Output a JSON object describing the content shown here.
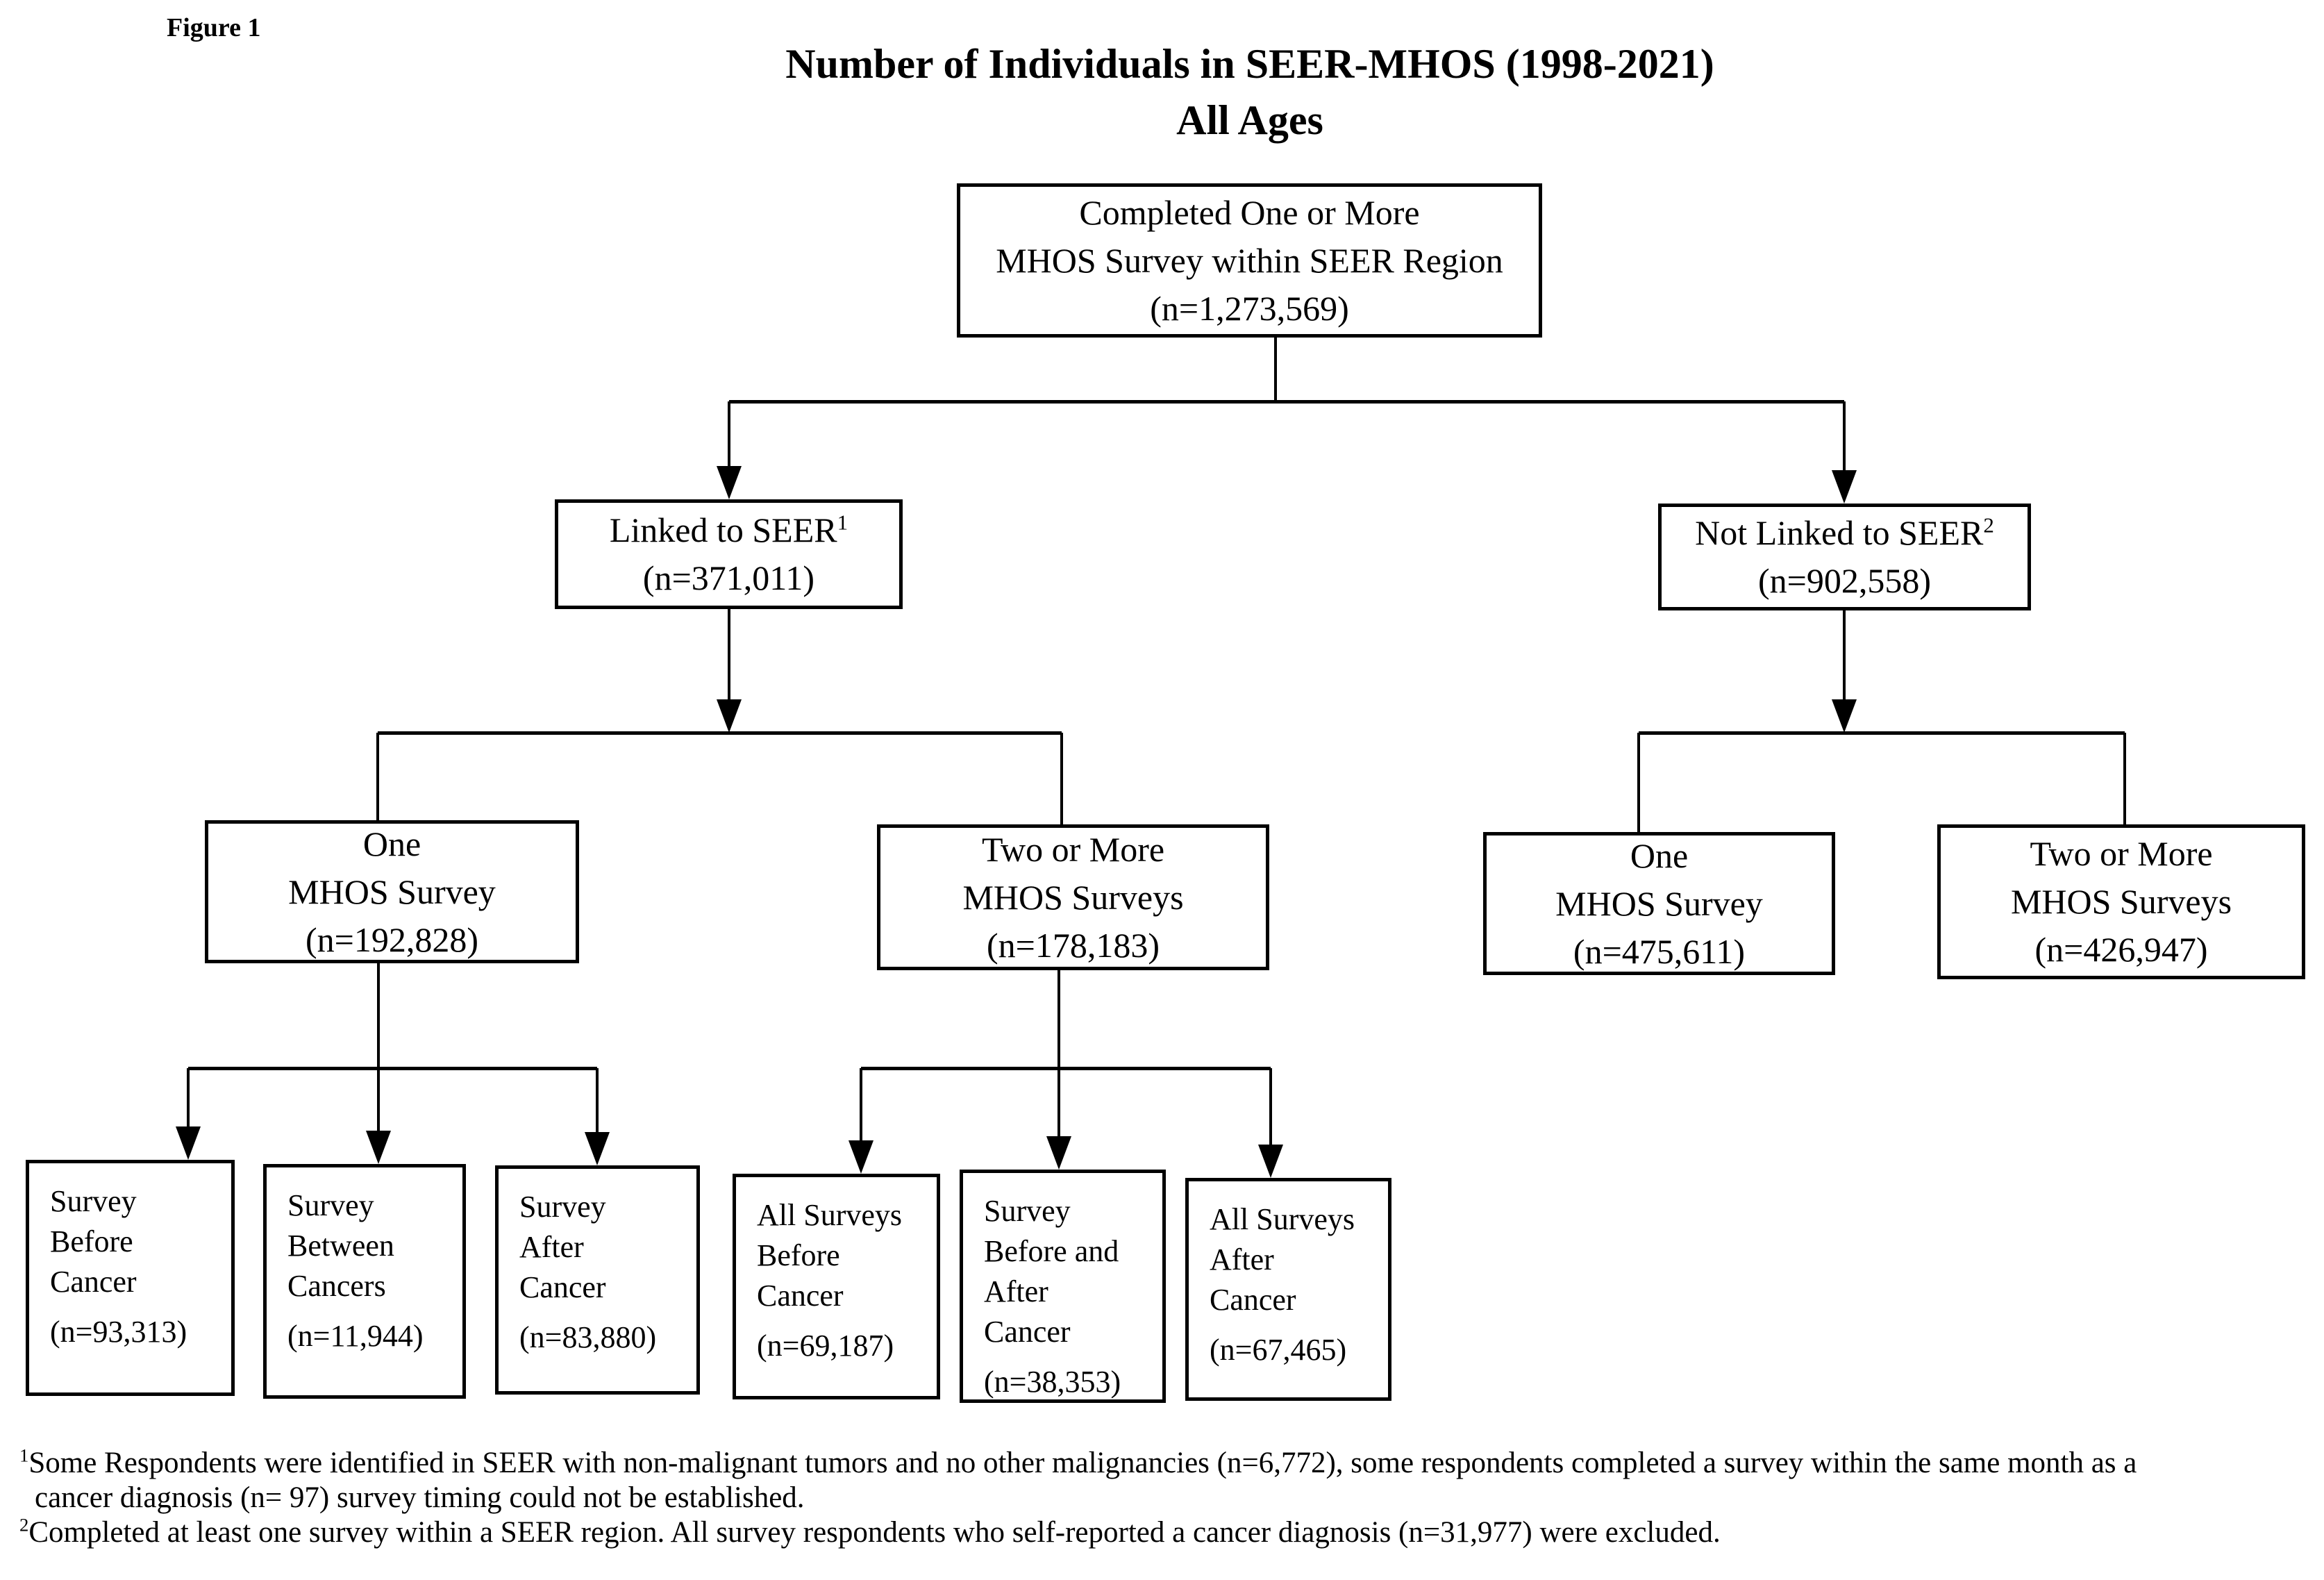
{
  "figure_label": "Figure 1",
  "title": {
    "line1": "Number of Individuals in SEER-MHOS (1998-2021)",
    "line2": "All Ages"
  },
  "boxes": {
    "root": {
      "lines": [
        "Completed One or More",
        "MHOS Survey within SEER Region",
        "(n=1,273,569)"
      ]
    },
    "linked": {
      "label": "Linked to SEER",
      "sup": "1",
      "count": "(n=371,011)"
    },
    "not_linked": {
      "label": "Not Linked to SEER",
      "sup": "2",
      "count": "(n=902,558)"
    },
    "linked_one": {
      "lines": [
        "One",
        "MHOS Survey",
        "(n=192,828)"
      ]
    },
    "linked_two": {
      "lines": [
        "Two or More",
        "MHOS Surveys",
        "(n=178,183)"
      ]
    },
    "notlinked_one": {
      "lines": [
        "One",
        "MHOS Survey",
        "(n=475,611)"
      ]
    },
    "notlinked_two": {
      "lines": [
        "Two or More",
        "MHOS Surveys",
        "(n=426,947)"
      ]
    },
    "survey_before": {
      "lines": [
        "Survey",
        "Before",
        "Cancer",
        "(n=93,313)"
      ]
    },
    "survey_between": {
      "lines": [
        "Survey",
        "Between",
        "Cancers",
        "(n=11,944)"
      ]
    },
    "survey_after": {
      "lines": [
        "Survey",
        "After",
        "Cancer",
        "(n=83,880)"
      ]
    },
    "all_before": {
      "lines": [
        "All Surveys",
        "Before",
        "Cancer",
        "(n=69,187)"
      ]
    },
    "before_and_after": {
      "lines": [
        "Survey",
        "Before and",
        "After",
        "Cancer",
        "(n=38,353)"
      ]
    },
    "all_after": {
      "lines": [
        "All Surveys",
        "After",
        "Cancer",
        "(n=67,465)"
      ]
    }
  },
  "footnotes": {
    "f1": {
      "sup": "1",
      "line1": "Some Respondents were identified in SEER with non-malignant tumors and no other malignancies (n=6,772), some respondents completed a survey within the same month as a",
      "line2": "cancer diagnosis (n= 97) survey timing could not be established."
    },
    "f2": {
      "sup": "2",
      "text": "Completed at least one survey within a SEER region. All survey respondents who self-reported a cancer diagnosis (n=31,977) were excluded."
    }
  },
  "colors": {
    "background": "#ffffff",
    "line": "#000000",
    "text": "#000000"
  }
}
